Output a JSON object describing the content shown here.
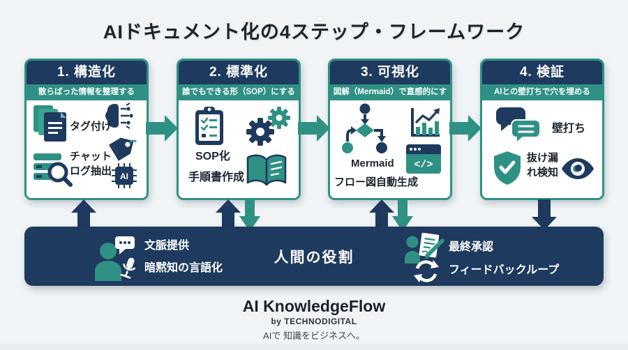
{
  "title": "AIドキュメント化の4ステップ・フレームワーク",
  "steps": [
    {
      "title": "1. 構造化",
      "subtitle": "散らばった情報を整理する",
      "label_tagging": "タグ付け",
      "label_chat_line1": "チャット",
      "label_chat_line2": "ログ抽出",
      "chip_text": "AI"
    },
    {
      "title": "2. 標準化",
      "subtitle": "誰でもできる形（SOP）にする",
      "label_sop": "SOP化",
      "label_manual": "手順書作成"
    },
    {
      "title": "3. 可視化",
      "subtitle": "図解（Mermaid）で直感的にする",
      "label_mermaid": "Mermaid",
      "label_flow": "フロー図自動生成",
      "code_glyph": "</>"
    },
    {
      "title": "4. 検証",
      "subtitle": "AIとの壁打ちで穴を埋める",
      "label_kabeuchi": "壁打ち",
      "label_mole_line1": "抜け漏",
      "label_mole_line2": "れ検知"
    }
  ],
  "human_bar": {
    "title": "人間の役割",
    "left_line1": "文脈提供",
    "left_line2": "暗黙知の言語化",
    "right_line1": "最終承認",
    "right_line2": "フィードバックループ"
  },
  "footer": {
    "brand": "AI KnowledgeFlow",
    "byline": "by TECHNODIGITAL",
    "tagline": "AIで 知識をビジネスへ。"
  },
  "colors": {
    "navy": "#1e3a5e",
    "teal": "#2e9184",
    "background": "#f0f4f6"
  }
}
